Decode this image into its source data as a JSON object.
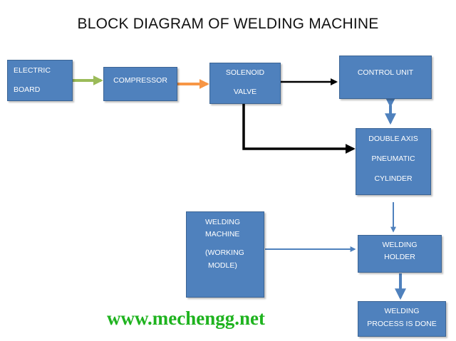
{
  "title": "BLOCK DIAGRAM OF WELDING MACHINE",
  "watermark": "www.mechengg.net",
  "nodes": {
    "electric_board": {
      "lines": [
        "ELECTRIC",
        "BOARD"
      ]
    },
    "compressor": {
      "lines": [
        "COMPRESSOR"
      ]
    },
    "solenoid_valve": {
      "lines": [
        "SOLENOID",
        "VALVE"
      ]
    },
    "control_unit": {
      "lines": [
        "CONTROL UNIT"
      ]
    },
    "double_axis_cylinder": {
      "lines": [
        "DOUBLE AXIS",
        "PNEUMATIC",
        "CYLINDER"
      ]
    },
    "welding_machine": {
      "lines": [
        "WELDING",
        "MACHINE",
        "(WORKING",
        "MODLE)"
      ]
    },
    "welding_holder": {
      "lines": [
        "WELDING",
        "HOLDER"
      ]
    },
    "welding_done": {
      "lines": [
        "WELDING",
        "PROCESS IS DONE"
      ]
    }
  },
  "colors": {
    "box_fill": "#4f81bd",
    "arrow_green": "#9bbb59",
    "arrow_orange": "#f79646",
    "arrow_black": "#000000",
    "arrow_blue": "#4f81bd",
    "watermark": "#1fb31f"
  }
}
